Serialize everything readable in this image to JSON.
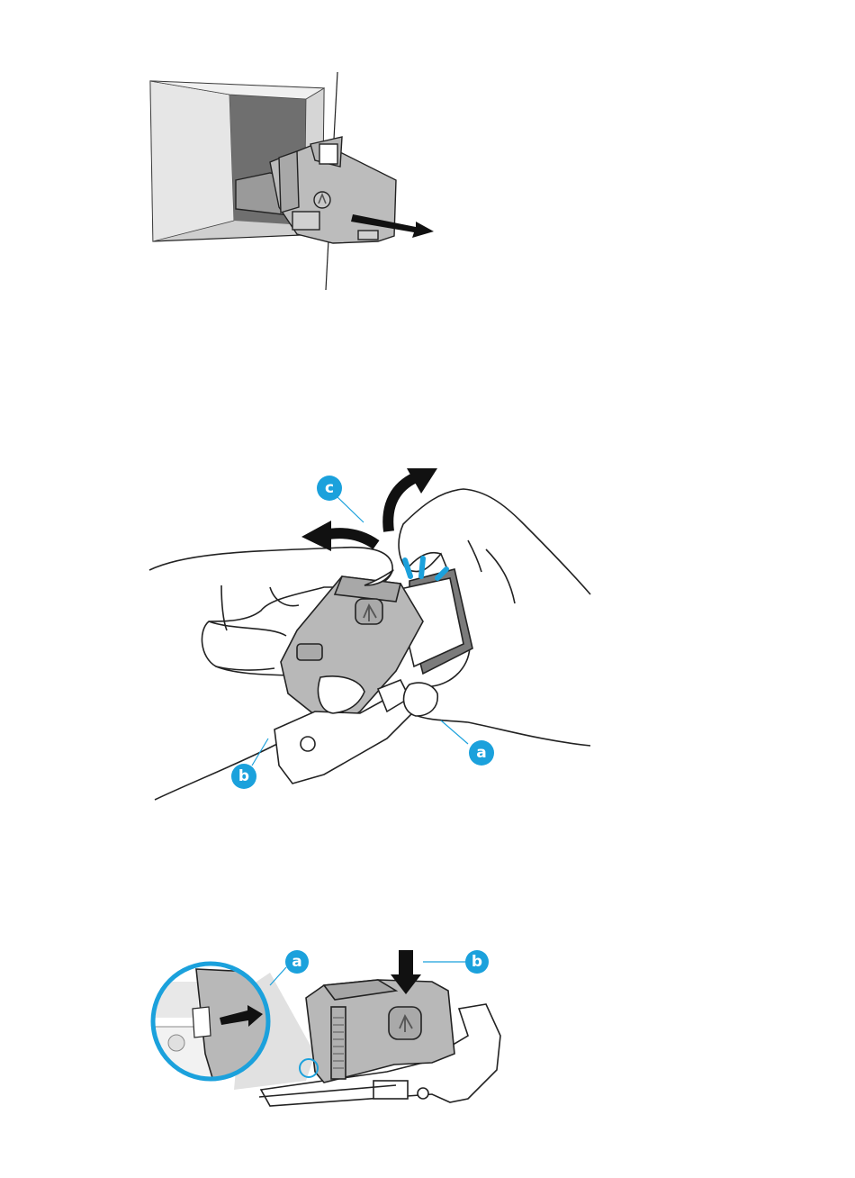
{
  "colors": {
    "callout": "#1ba1dc",
    "stroke": "#222222",
    "part_gray": "#b9b9b9",
    "part_dark": "#7d7d7d",
    "wall_light": "#d9d9d9",
    "wall_dark": "#6e6e6e",
    "arrow": "#111111"
  },
  "figures": [
    {
      "id": "remove-cartridge",
      "callouts": []
    },
    {
      "id": "separate-staple-pack",
      "callouts": [
        {
          "label": "c"
        },
        {
          "label": "a"
        },
        {
          "label": "b"
        }
      ]
    },
    {
      "id": "insert-staple-pack",
      "callouts": [
        {
          "label": "a"
        },
        {
          "label": "b"
        }
      ]
    }
  ]
}
